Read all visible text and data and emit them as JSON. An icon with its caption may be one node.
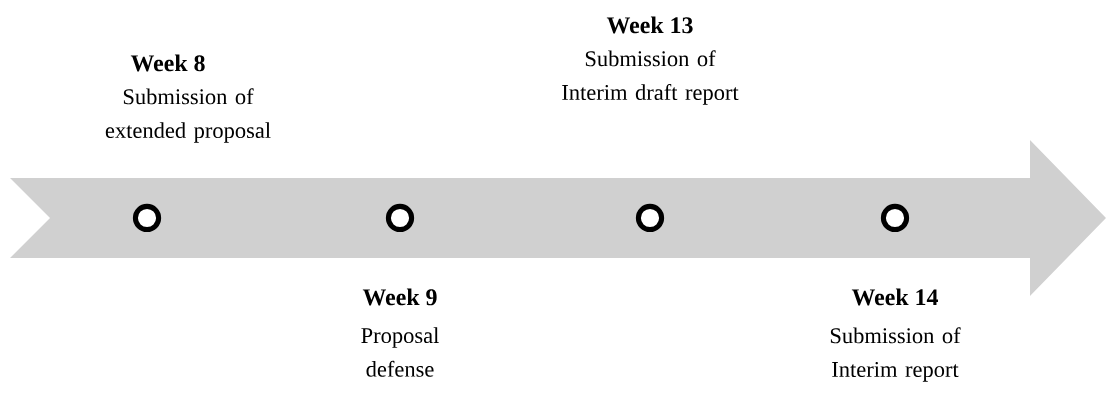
{
  "diagram": {
    "nodes": [
      {
        "text": [],
        "shape": "arrow"
      },
      {
        "text": [],
        "shape": "circle",
        "in": 0,
        "beside": [
          "Week 8",
          "Submission of extended proposal"
        ]
      },
      {
        "text": [],
        "shape": "circle",
        "in": 0,
        "beside": [
          "Week 9",
          "Proposal defense"
        ]
      },
      {
        "text": [],
        "shape": "circle",
        "in": 0,
        "beside": [
          "Week 13",
          "Submission of Interim draft report"
        ]
      },
      {
        "text": [],
        "shape": "circle",
        "in": 0,
        "beside": [
          "Week 14",
          "Submission of Interim report"
        ]
      }
    ]
  }
}
